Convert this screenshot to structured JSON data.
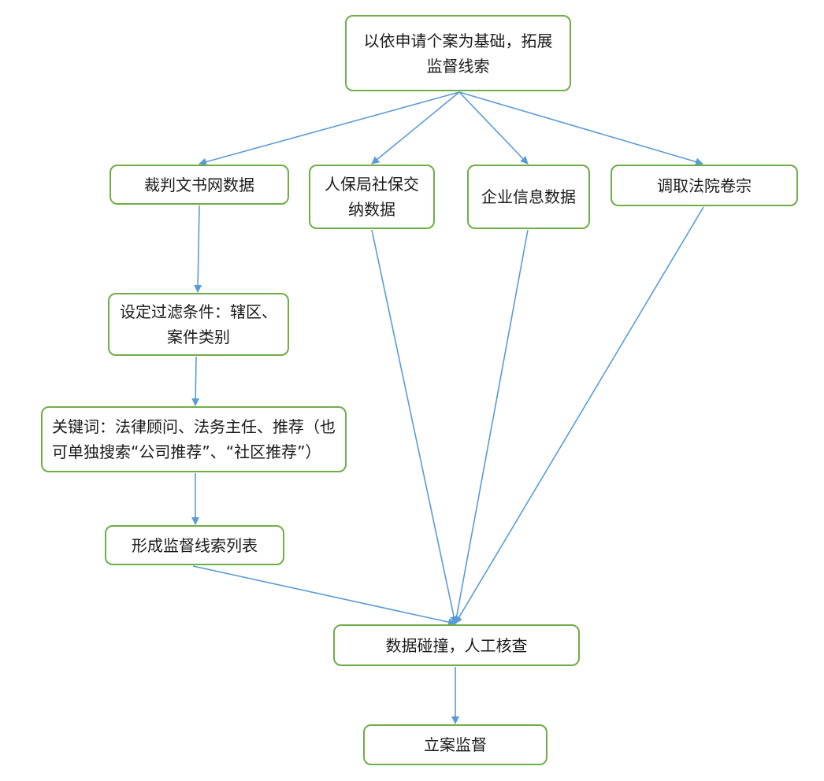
{
  "diagram": {
    "line_color": "#5b9bd5",
    "box_border_color": "#70ad47",
    "nodes": {
      "root": "以依申请个案为基础，拓展监督线索",
      "court_docs": "裁判文书网数据",
      "social_security": "人保局社保交纳数据",
      "enterprise_info": "企业信息数据",
      "court_files": "调取法院卷宗",
      "filter": "设定过滤条件：辖区、案件类别",
      "keywords": "关键词：法律顾问、法务主任、推荐（也可单独搜索“公司推荐”、“社区推荐”）",
      "clue_list": "形成监督线索列表",
      "data_check": "数据碰撞，人工核查",
      "case_supervision": "立案监督"
    }
  }
}
